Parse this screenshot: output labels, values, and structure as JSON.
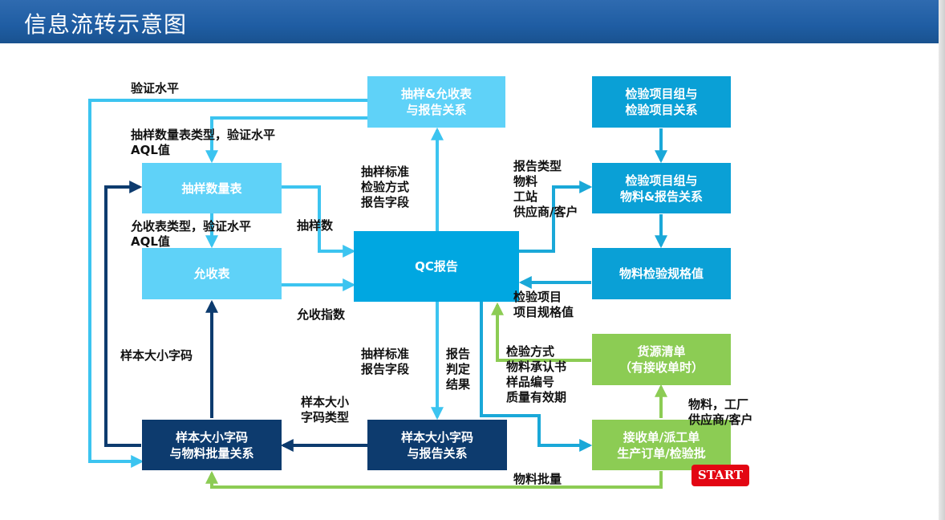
{
  "page_title": "信息流转示意图",
  "colors": {
    "header": "#1f5da3",
    "light_blue": "#5fd2f8",
    "bright_blue": "#00a7e1",
    "navy": "#0d3b6e",
    "green": "#8ccc54",
    "start_red": "#e30613"
  },
  "boxes": {
    "sampling_aql_table": [
      "抽样&允收表",
      "与报告关系"
    ],
    "inspection_group_item": [
      "检验项目组与",
      "检验项目关系"
    ],
    "sampling_qty_table": [
      "抽样数量表"
    ],
    "inspection_group_material": [
      "检验项目组与",
      "物料&报告关系"
    ],
    "qc_report": [
      "QC报告"
    ],
    "acceptance_table": [
      "允收表"
    ],
    "material_spec_value": [
      "物料检验规格值"
    ],
    "supply_list": [
      "货源清单",
      "（有接收单时）"
    ],
    "sample_size_batch": [
      "样本大小字码",
      "与物料批量关系"
    ],
    "sample_size_report": [
      "样本大小字码",
      "与报告关系"
    ],
    "receipt_order": [
      "接收单/派工单",
      "生产订单/检验批"
    ]
  },
  "labels": {
    "verify_level": [
      "验证水平"
    ],
    "sampling_qty_type": [
      "抽样数量表类型，验证水平",
      "AQL值"
    ],
    "sampling_std": [
      "抽样标准",
      "检验方式",
      "报告字段"
    ],
    "report_info": [
      "报告类型",
      "物料",
      "工站",
      "供应商/客户"
    ],
    "accept_type": [
      "允收表类型，验证水平",
      "AQL值"
    ],
    "sampling_count": [
      "抽样数"
    ],
    "inspection_item_spec": [
      "检验项目",
      "项目规格值"
    ],
    "accept_index": [
      "允收指数"
    ],
    "sample_size_code": [
      "样本大小字码"
    ],
    "sampling_std_report": [
      "抽样标准",
      "报告字段"
    ],
    "report_judgement": [
      "报告",
      "判定",
      "结果"
    ],
    "inspection_method": [
      "检验方式",
      "物料承认书",
      "样品编号",
      "质量有效期"
    ],
    "sample_size_code_type": [
      "样本大小",
      "字码类型"
    ],
    "material_factory": [
      "物料，工厂",
      "供应商/客户"
    ],
    "material_batch": [
      "物料批量"
    ]
  },
  "start_label": "START"
}
